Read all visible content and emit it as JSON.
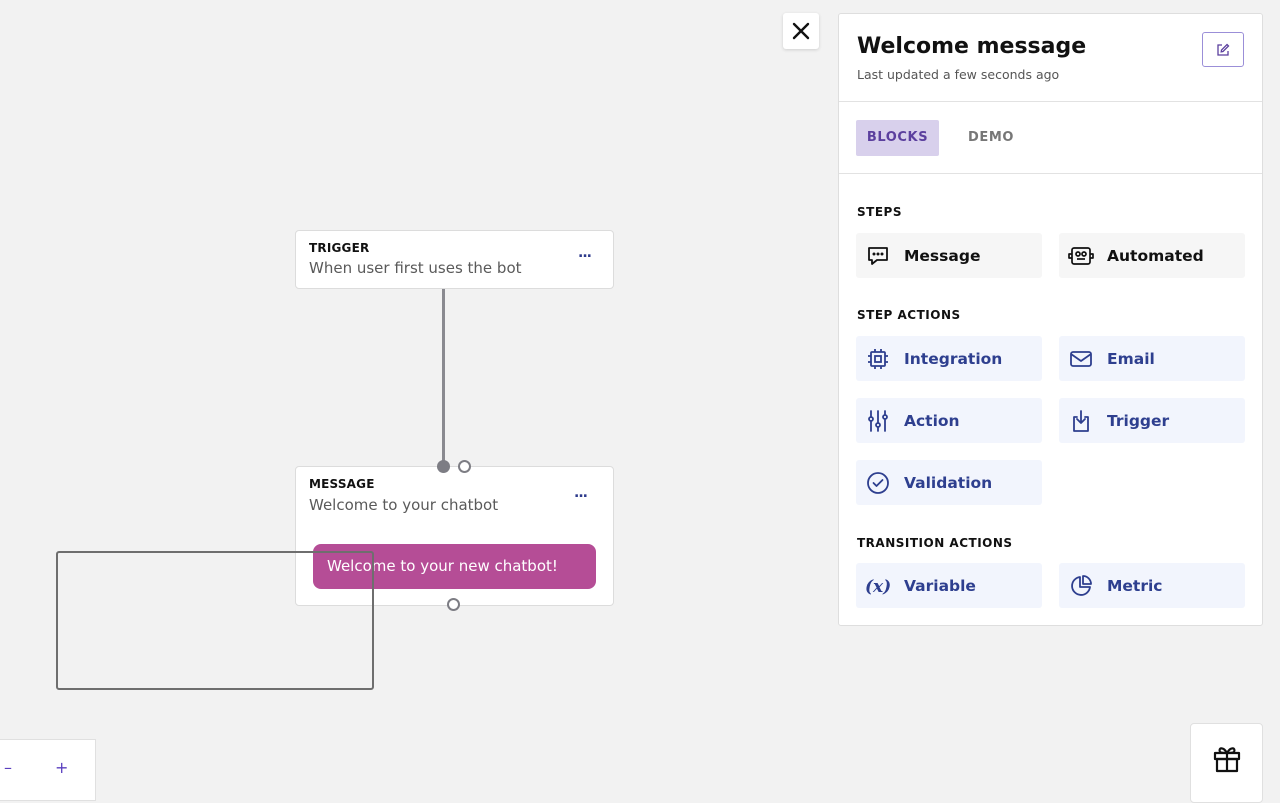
{
  "flow": {
    "trigger_node": {
      "kind": "TRIGGER",
      "description": "When user first uses the bot",
      "more": "..."
    },
    "message_node": {
      "kind": "MESSAGE",
      "description": "Welcome to your chatbot",
      "more": "...",
      "bubble_text": "Welcome to your new chatbot!"
    },
    "bubble_color": "#b54d96"
  },
  "zoom": {
    "out_label": "–",
    "in_label": "+"
  },
  "icons": {
    "close": "close-icon",
    "gift": "gift-icon",
    "edit": "edit-icon"
  },
  "panel": {
    "title": "Welcome message",
    "subtitle": "Last updated a few seconds ago",
    "tabs": [
      {
        "label": "BLOCKS",
        "active": true
      },
      {
        "label": "DEMO",
        "active": false
      }
    ],
    "sections": {
      "steps": {
        "label": "STEPS",
        "items": [
          {
            "label": "Message",
            "icon": "chat-bubble-icon"
          },
          {
            "label": "Automated",
            "icon": "robot-icon"
          }
        ]
      },
      "step_actions": {
        "label": "STEP ACTIONS",
        "items": [
          {
            "label": "Integration",
            "icon": "chip-icon"
          },
          {
            "label": "Email",
            "icon": "envelope-icon"
          },
          {
            "label": "Action",
            "icon": "sliders-icon"
          },
          {
            "label": "Trigger",
            "icon": "tap-icon"
          },
          {
            "label": "Validation",
            "icon": "check-circle-icon"
          }
        ]
      },
      "transition_actions": {
        "label": "TRANSITION ACTIONS",
        "items": [
          {
            "label": "Variable",
            "icon": "variable-icon"
          },
          {
            "label": "Metric",
            "icon": "pie-chart-icon"
          }
        ]
      }
    },
    "accent_color": "#2e3f8f",
    "tab_active_color": "#5b3f9e"
  }
}
